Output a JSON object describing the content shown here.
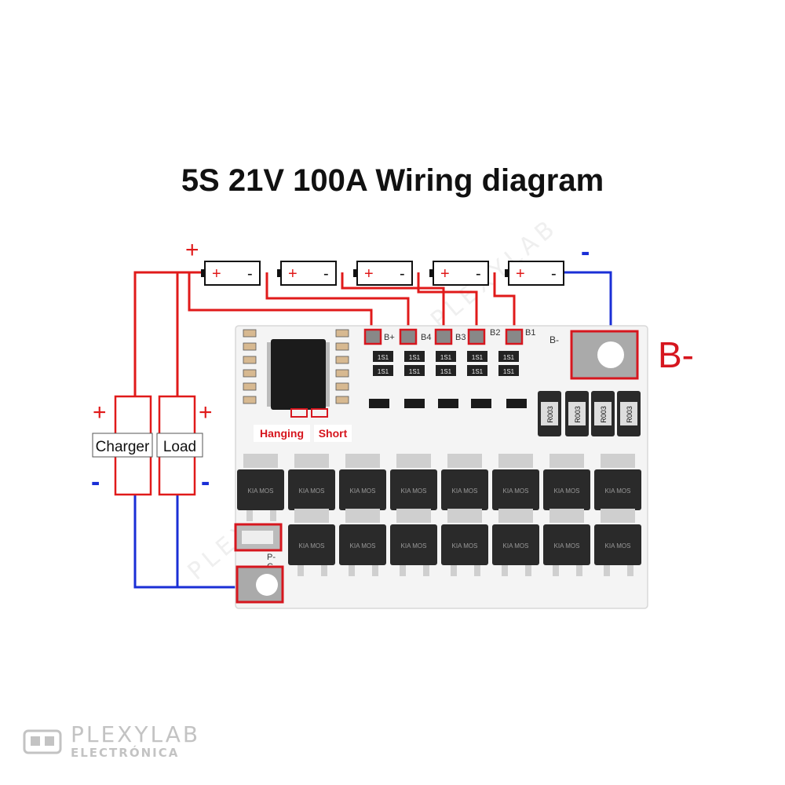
{
  "title": "5S 21V 100A Wiring diagram",
  "battery": {
    "cell_plus": "+",
    "cell_minus": "-",
    "pack_plus": "+",
    "pack_minus": "-"
  },
  "charger": {
    "label": "Charger",
    "plus": "+",
    "minus": "-"
  },
  "load": {
    "label": "Load",
    "plus": "+",
    "minus": "-"
  },
  "board": {
    "pad_labels": [
      "B+",
      "B4",
      "B3",
      "B2",
      "B1",
      "B-"
    ],
    "b_minus_callout": "B-",
    "hanging_label": "Hanging",
    "short_label": "Short",
    "p_label": "P-",
    "c_label": "C-",
    "resistor_code": "1S1",
    "shunt_code": "R003",
    "mosfet_text": "KIA MOS"
  },
  "watermark": {
    "brand": "PLEXYLAB",
    "sub": "ELECTRÓNICA"
  },
  "colors": {
    "red": "#e01a1a",
    "blue": "#1a2fd6",
    "board": "#f4f4f4",
    "callout": "#d6161e"
  }
}
